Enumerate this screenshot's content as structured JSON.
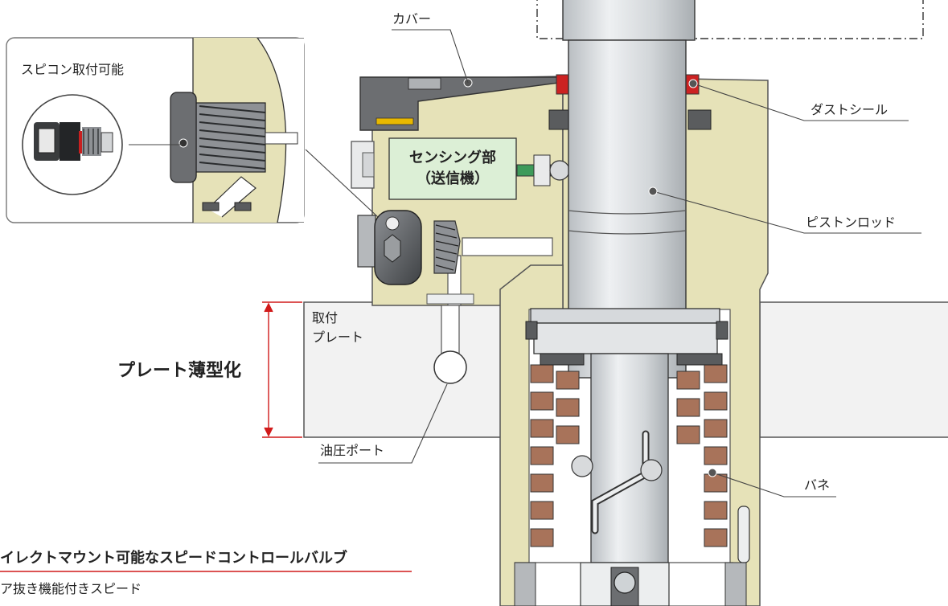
{
  "labels": {
    "cover": "カバー",
    "dust_seal": "ダストシール",
    "piston_rod": "ピストンロッド",
    "spring": "バネ",
    "speed_controller_mountable": "スピコン取付可能",
    "sensing_line1": "センシング部",
    "sensing_line2": "（送信機）",
    "mounting_plate_line1": "取付",
    "mounting_plate_line2": "プレート",
    "thin_plate": "プレート薄型化",
    "hydraulic_port": "油圧ポート",
    "footer_title": "イレクトマウント可能なスピードコントロールバルブ",
    "footer_sub": "ア抜き機能付きスピード"
  },
  "colors": {
    "body_tan": "#e6e2b8",
    "rod_gray": "#cfd3d6",
    "spring_brown": "#a8735a",
    "sensing_green": "#dcefd6",
    "seal_red": "#cc2222",
    "dark_gray": "#5a5c5e",
    "dimension_red": "#d11a1a",
    "plate_gray": "#f2f2f2"
  }
}
